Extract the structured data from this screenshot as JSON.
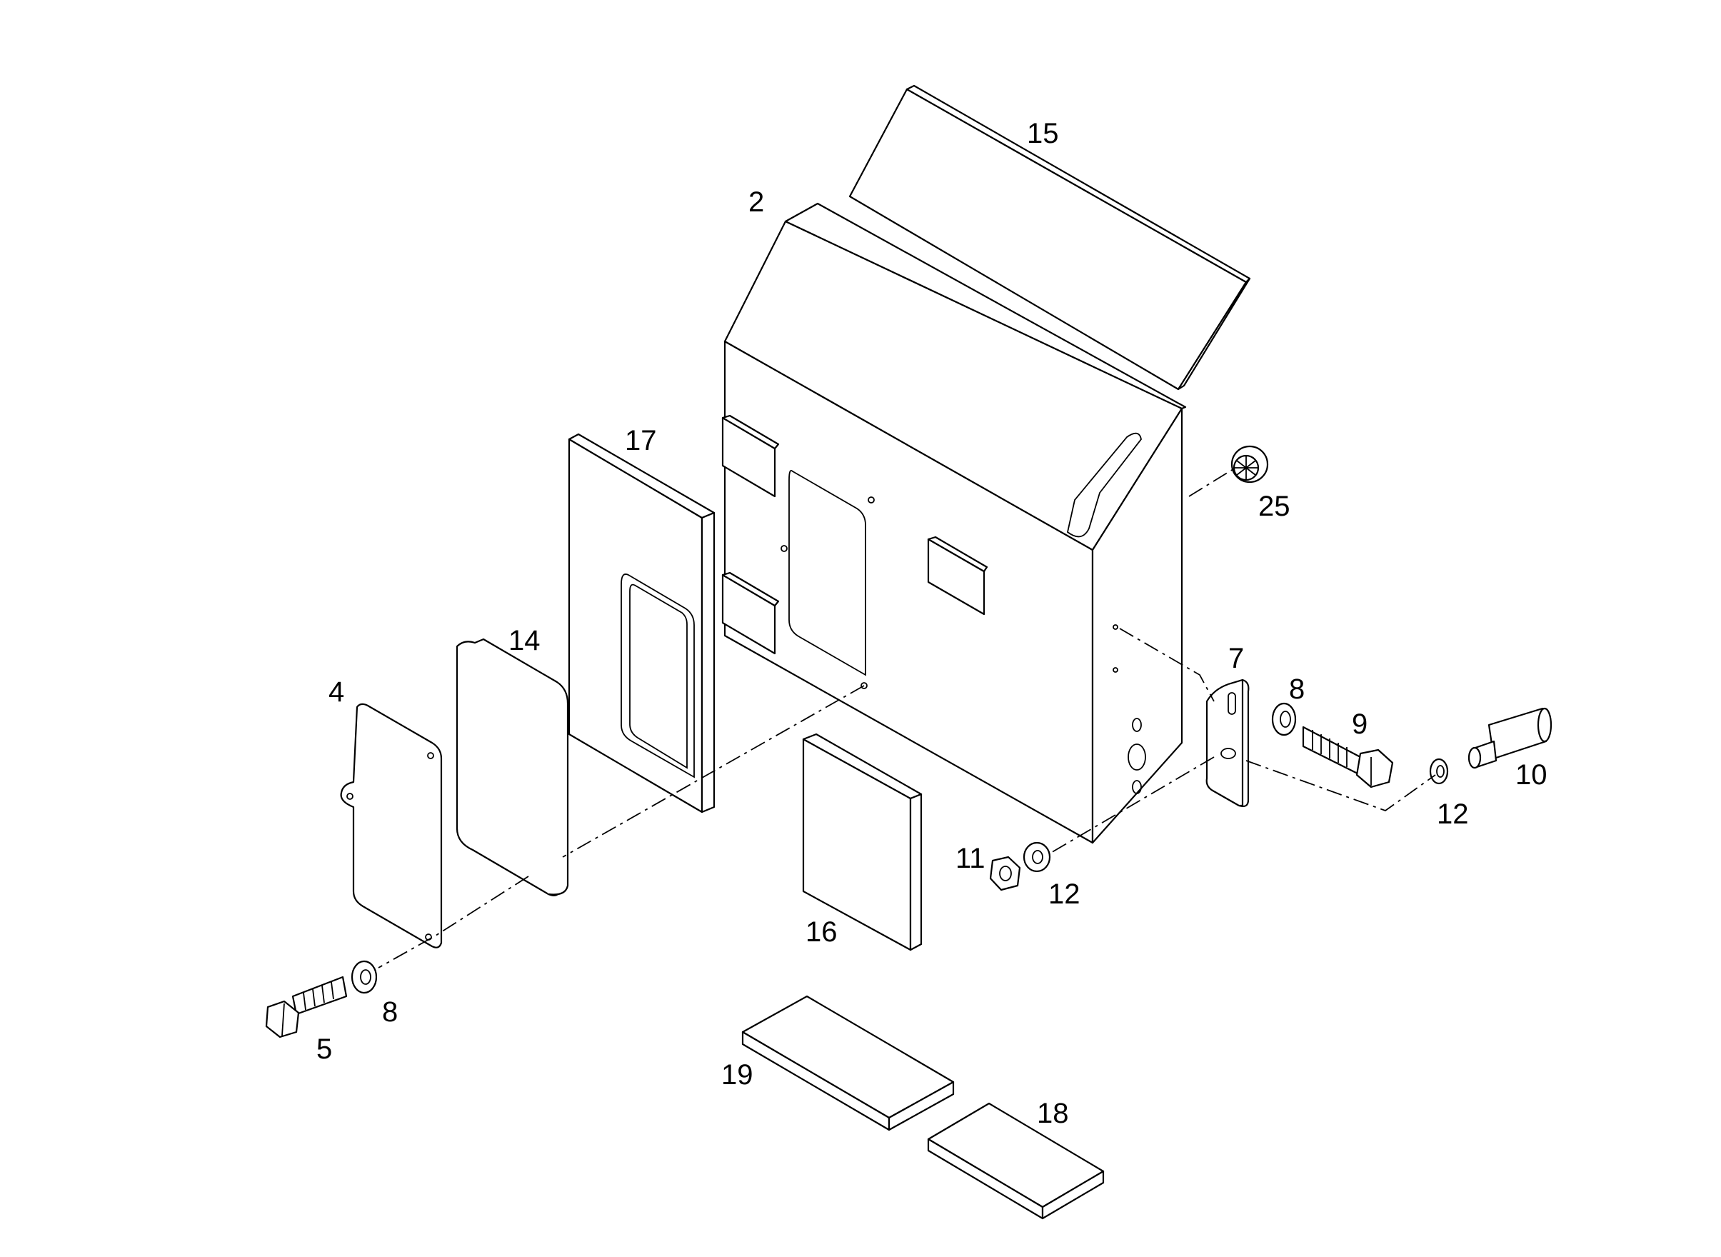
{
  "callouts": [
    {
      "id": "c15",
      "text": "15"
    },
    {
      "id": "c2",
      "text": "2"
    },
    {
      "id": "c17",
      "text": "17"
    },
    {
      "id": "c25",
      "text": "25"
    },
    {
      "id": "c14",
      "text": "14"
    },
    {
      "id": "c4",
      "text": "4"
    },
    {
      "id": "c7",
      "text": "7"
    },
    {
      "id": "c8a",
      "text": "8"
    },
    {
      "id": "c9",
      "text": "9"
    },
    {
      "id": "c10",
      "text": "10"
    },
    {
      "id": "c12a",
      "text": "12"
    },
    {
      "id": "c11",
      "text": "11"
    },
    {
      "id": "c12b",
      "text": "12"
    },
    {
      "id": "c16",
      "text": "16"
    },
    {
      "id": "c8b",
      "text": "8"
    },
    {
      "id": "c5",
      "text": "5"
    },
    {
      "id": "c19",
      "text": "19"
    },
    {
      "id": "c18",
      "text": "18"
    }
  ]
}
